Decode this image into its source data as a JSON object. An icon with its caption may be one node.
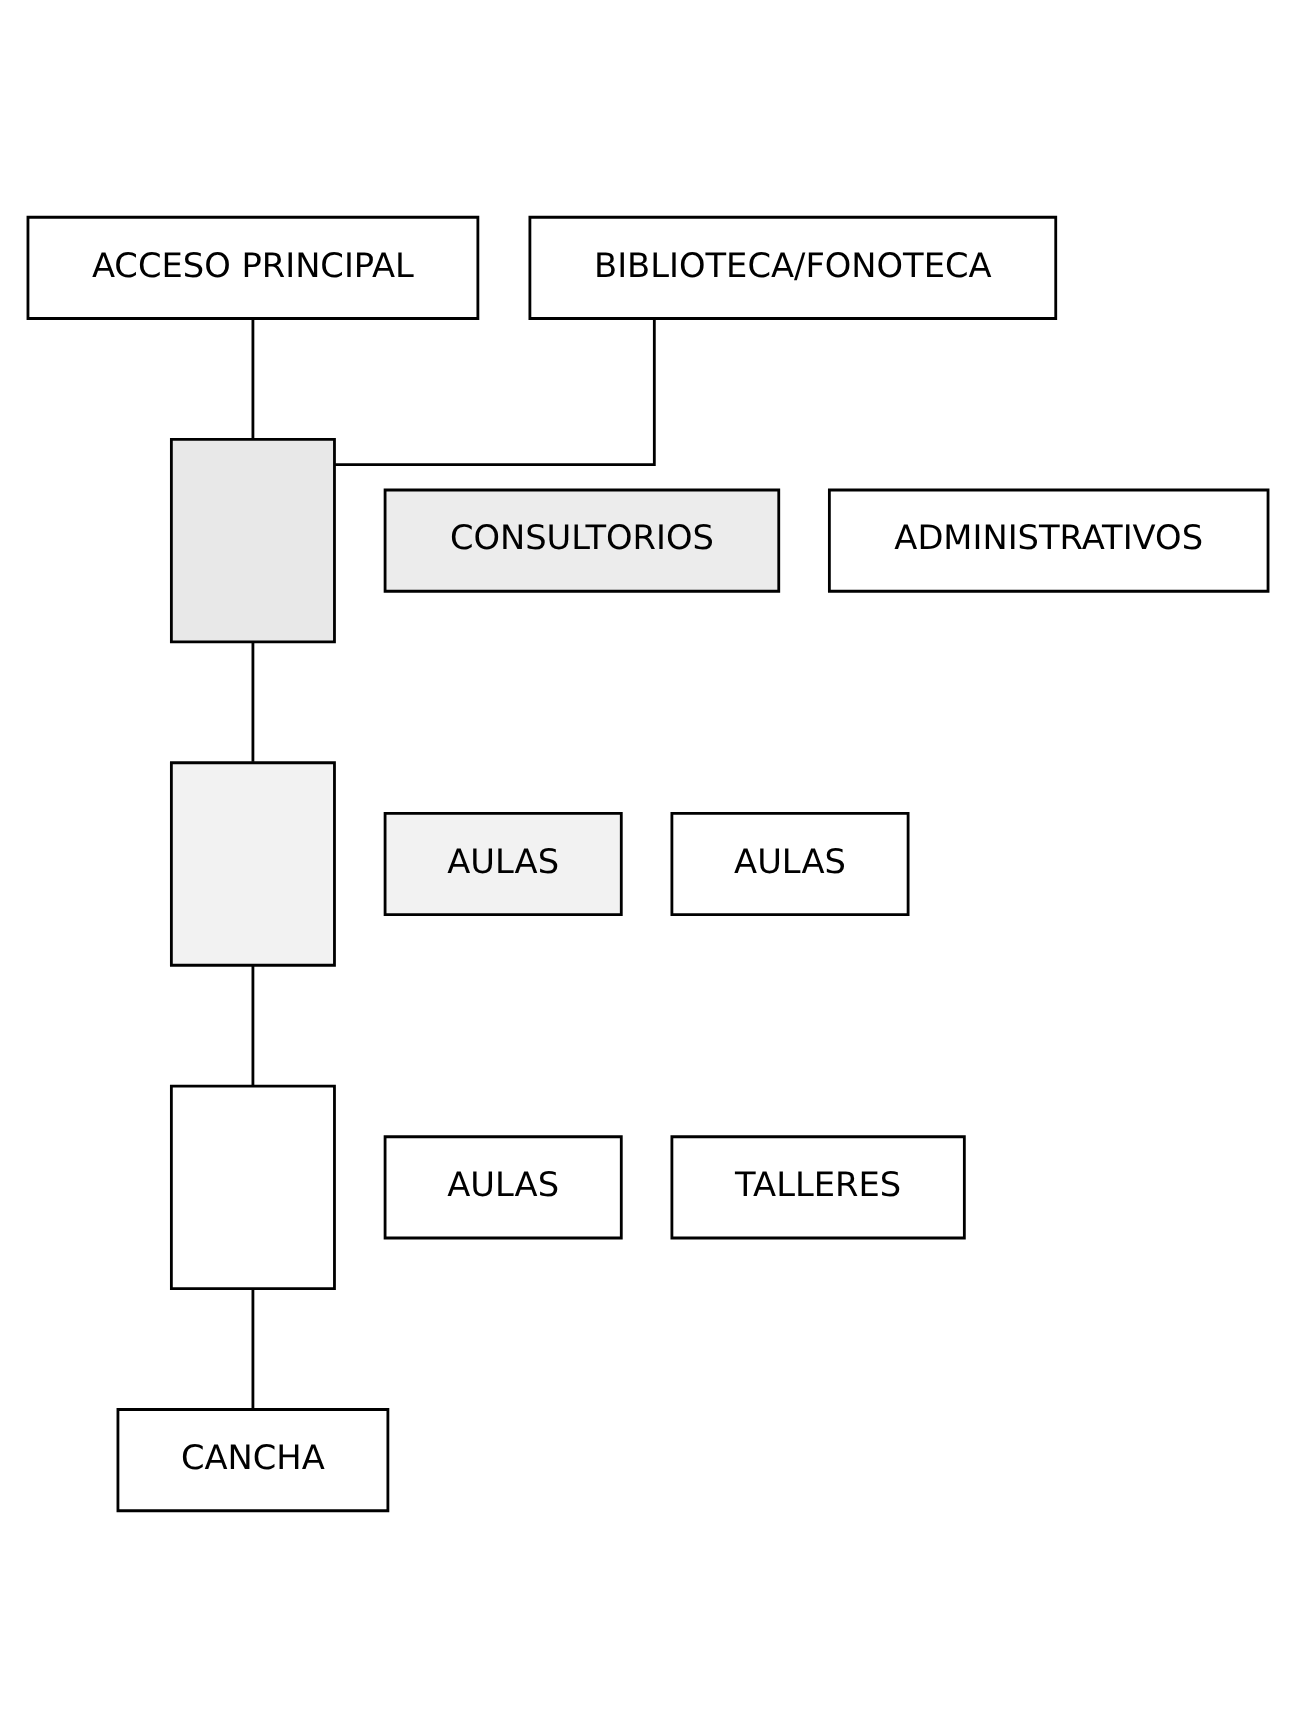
{
  "diagram": {
    "nodes": [
      {
        "text": [
          "ACCESO PRINCIPAL"
        ]
      },
      {
        "text": [
          "BIBLIOTECA/FONOTECA"
        ]
      },
      {
        "text": [],
        "shape": "box"
      },
      {
        "text": [
          "CONSULTORIOS"
        ]
      },
      {
        "text": [
          "ADMINISTRATIVOS"
        ]
      },
      {
        "text": [],
        "shape": "box"
      },
      {
        "text": [
          "AULAS"
        ]
      },
      {
        "text": [
          "AULAS"
        ]
      },
      {
        "text": [],
        "shape": "box"
      },
      {
        "text": [
          "AULAS"
        ]
      },
      {
        "text": [
          "TALLERES"
        ]
      },
      {
        "text": [
          "CANCHA"
        ]
      }
    ],
    "edges": [
      {
        "from": 0,
        "to": 2,
        "arrow": "none"
      },
      {
        "from": 1,
        "to": 2,
        "arrow": "none"
      },
      {
        "from": 2,
        "to": 5,
        "arrow": "none"
      },
      {
        "from": 5,
        "to": 8,
        "arrow": "none"
      },
      {
        "from": 8,
        "to": 11,
        "arrow": "none"
      }
    ]
  }
}
